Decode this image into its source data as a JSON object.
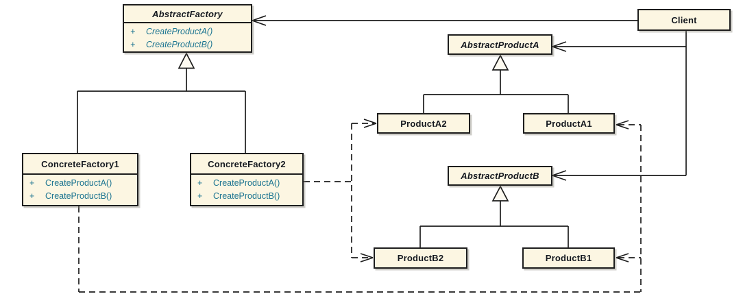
{
  "diagram": {
    "kind": "uml-class-diagram",
    "pattern": "Abstract Factory",
    "colors": {
      "background": "#FFFFFF",
      "box_fill": "#FCF6E2",
      "box_border": "#1D1D1D",
      "connector": "#1C1C1C",
      "title_text": "#14181F",
      "method_text": "#1A7390"
    },
    "classes": [
      {
        "name": "AbstractFactory",
        "abstract": true,
        "methods": [
          {
            "visibility": "+",
            "signature": "CreateProductA()"
          },
          {
            "visibility": "+",
            "signature": "CreateProductB()"
          }
        ]
      },
      {
        "name": "ConcreteFactory1",
        "abstract": false,
        "methods": [
          {
            "visibility": "+",
            "signature": "CreateProductA()"
          },
          {
            "visibility": "+",
            "signature": "CreateProductB()"
          }
        ]
      },
      {
        "name": "ConcreteFactory2",
        "abstract": false,
        "methods": [
          {
            "visibility": "+",
            "signature": "CreateProductA()"
          },
          {
            "visibility": "+",
            "signature": "CreateProductB()"
          }
        ]
      },
      {
        "name": "AbstractProductA",
        "abstract": true,
        "methods": []
      },
      {
        "name": "ProductA2",
        "abstract": false,
        "methods": []
      },
      {
        "name": "ProductA1",
        "abstract": false,
        "methods": []
      },
      {
        "name": "AbstractProductB",
        "abstract": true,
        "methods": []
      },
      {
        "name": "ProductB2",
        "abstract": false,
        "methods": []
      },
      {
        "name": "ProductB1",
        "abstract": false,
        "methods": []
      },
      {
        "name": "Client",
        "abstract": false,
        "methods": []
      }
    ],
    "relationships": [
      {
        "from": "Client",
        "to": "AbstractFactory",
        "type": "association-open-arrow"
      },
      {
        "from": "Client",
        "to": "AbstractProductA",
        "type": "association-open-arrow"
      },
      {
        "from": "Client",
        "to": "AbstractProductB",
        "type": "association-open-arrow"
      },
      {
        "from": "ConcreteFactory1",
        "to": "AbstractFactory",
        "type": "generalization"
      },
      {
        "from": "ConcreteFactory2",
        "to": "AbstractFactory",
        "type": "generalization"
      },
      {
        "from": "ProductA2",
        "to": "AbstractProductA",
        "type": "generalization"
      },
      {
        "from": "ProductA1",
        "to": "AbstractProductA",
        "type": "generalization"
      },
      {
        "from": "ProductB2",
        "to": "AbstractProductB",
        "type": "generalization"
      },
      {
        "from": "ProductB1",
        "to": "AbstractProductB",
        "type": "generalization"
      },
      {
        "from": "ConcreteFactory1",
        "to": "ProductA1",
        "type": "dashed-dependency"
      },
      {
        "from": "ConcreteFactory1",
        "to": "ProductB1",
        "type": "dashed-dependency"
      },
      {
        "from": "ConcreteFactory2",
        "to": "ProductA2",
        "type": "dashed-dependency"
      },
      {
        "from": "ConcreteFactory2",
        "to": "ProductB2",
        "type": "dashed-dependency"
      }
    ]
  }
}
